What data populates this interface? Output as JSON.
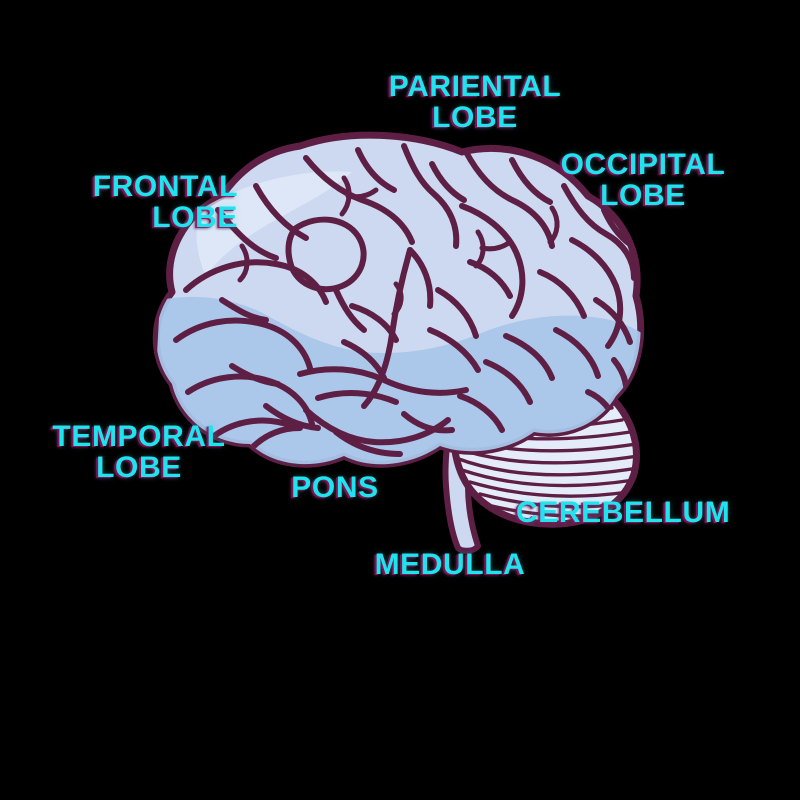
{
  "poster": {
    "title": "Human Brain Anatomy Diagram",
    "background_color": "#000000"
  },
  "palette": {
    "label_cyan": "#1fe3ef",
    "label_shadow_magenta": "#8c145a",
    "brain_fill_light": "#ccd9f0",
    "brain_fill_shade": "#a9c6e9",
    "brain_outline": "#5e1f45",
    "brain_highlight": "#e4ecf9"
  },
  "figure": {
    "name": "brain-lateral-view",
    "description": "Lateral view illustration of the human brain"
  },
  "labels": [
    {
      "id": "parietal",
      "text": "PARIENTAL\nLOBE",
      "align": "center",
      "part": "parietal-lobe"
    },
    {
      "id": "frontal",
      "text": "FRONTAL\nLOBE",
      "align": "right",
      "part": "frontal-lobe"
    },
    {
      "id": "occipital",
      "text": "OCCIPITAL\nLOBE",
      "align": "center",
      "part": "occipital-lobe"
    },
    {
      "id": "temporal",
      "text": "TEMPORAL\nLOBE",
      "align": "center",
      "part": "temporal-lobe"
    },
    {
      "id": "pons",
      "text": "PONS",
      "align": "center",
      "part": "pons"
    },
    {
      "id": "cerebellum",
      "text": "CEREBELLUM",
      "align": "left",
      "part": "cerebellum"
    },
    {
      "id": "medulla",
      "text": "MEDULLA",
      "align": "center",
      "part": "medulla"
    }
  ]
}
